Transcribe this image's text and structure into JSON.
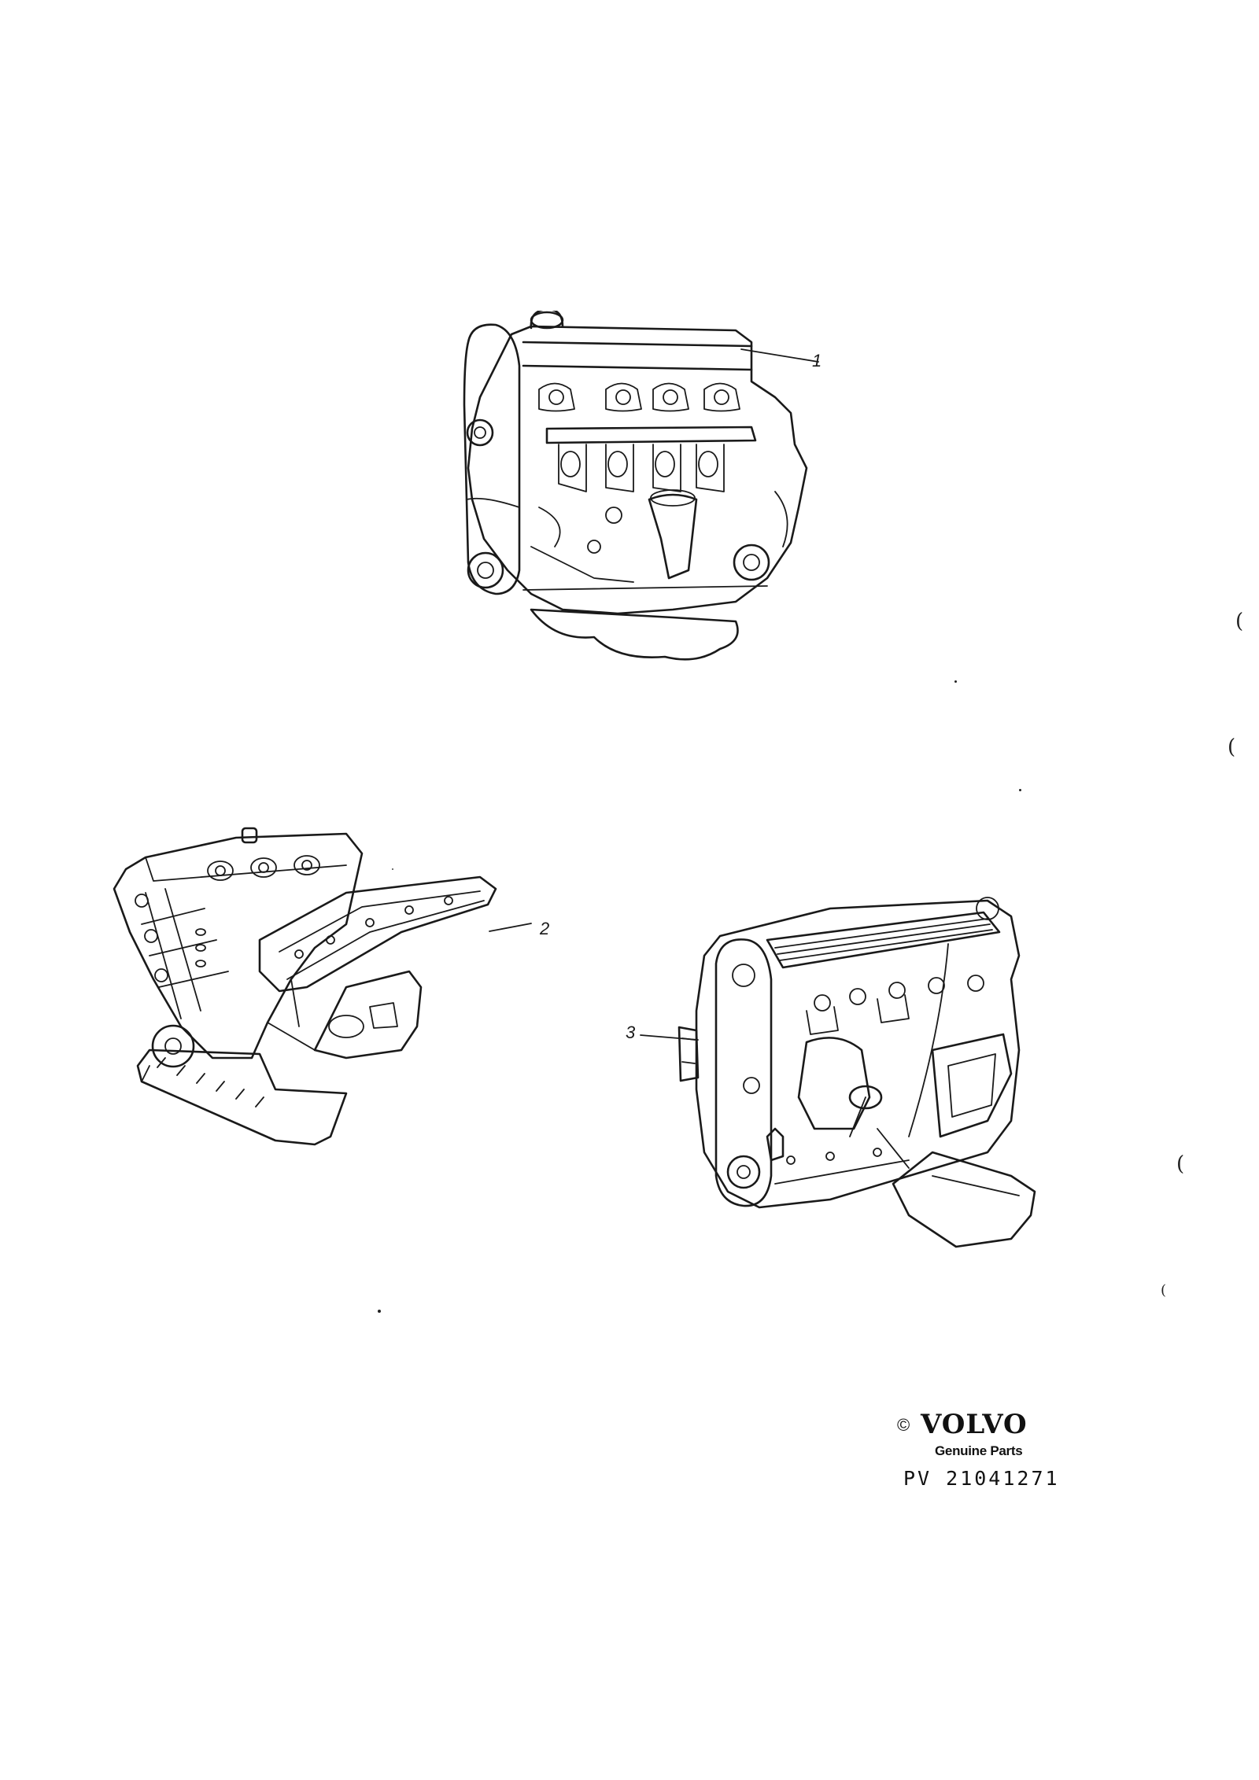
{
  "diagram": {
    "callouts": [
      "1",
      "2",
      "3"
    ],
    "illustrations": [
      {
        "name": "engine-inline-side-view",
        "callout": "1"
      },
      {
        "name": "engine-v-block-view",
        "callout": "2"
      },
      {
        "name": "engine-inline-front-view",
        "callout": "3"
      }
    ]
  },
  "brand": {
    "copyright_symbol": "©",
    "name": "VOLVO",
    "subtitle": "Genuine Parts",
    "reference": "PV 21041271"
  },
  "scan_marks": [
    "(",
    "(",
    "(",
    "("
  ]
}
